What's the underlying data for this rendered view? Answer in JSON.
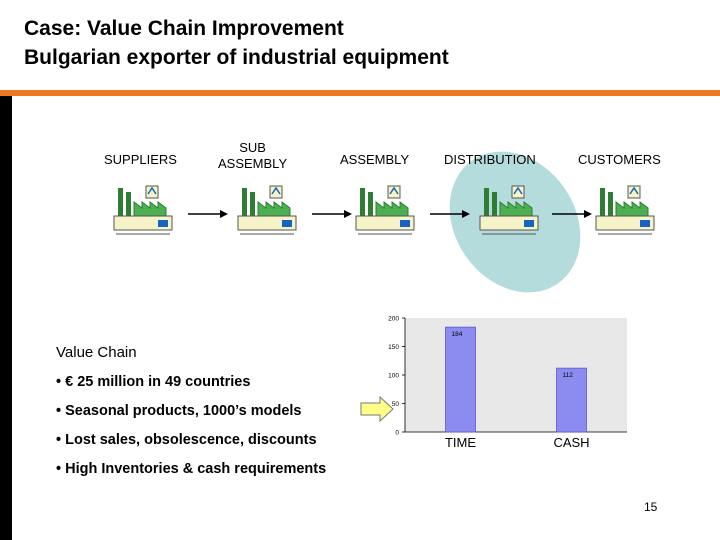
{
  "slide": {
    "title_line1": "Case: Value Chain Improvement",
    "title_line2": "Bulgarian exporter of industrial equipment",
    "page_number": "15"
  },
  "stages": [
    {
      "label": "SUPPLIERS"
    },
    {
      "label_line1": "SUB",
      "label_line2": "ASSEMBLY"
    },
    {
      "label": "ASSEMBLY"
    },
    {
      "label": "DISTRIBUTION"
    },
    {
      "label": "CUSTOMERS"
    }
  ],
  "value_chain": {
    "heading": "Value Chain",
    "bullets": [
      "•  € 25 million in 49 countries",
      "•  Seasonal products, 1000’s models",
      "• Lost sales, obsolescence, discounts",
      "•  High Inventories & cash requirements"
    ]
  },
  "colors": {
    "accent_rule": "#f07820",
    "highlight_ellipse": "#b4dcdc",
    "bar_fill": "#8c8cf0",
    "chart_bg": "#e8e8e8",
    "callout_arrow": "#ffff88"
  },
  "chart_data": {
    "type": "bar",
    "categories": [
      "TIME",
      "CASH"
    ],
    "values": [
      184,
      112
    ],
    "data_labels": [
      "184",
      "112"
    ],
    "ylim": [
      0,
      200
    ],
    "yticks": [
      "0",
      "50",
      "100",
      "150",
      "200"
    ],
    "title": "",
    "xlabel": "",
    "ylabel": "",
    "grid": false
  }
}
